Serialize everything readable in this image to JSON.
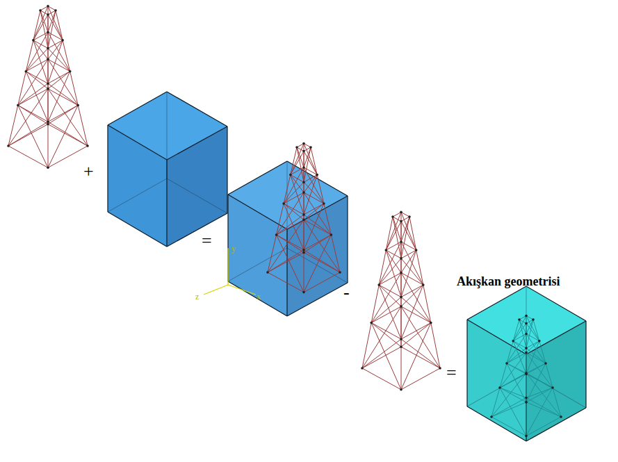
{
  "diagram": {
    "labels": [
      "+",
      "=",
      "y",
      "z",
      "x",
      "-",
      "=",
      "Akışkan geometrisi"
    ]
  }
}
